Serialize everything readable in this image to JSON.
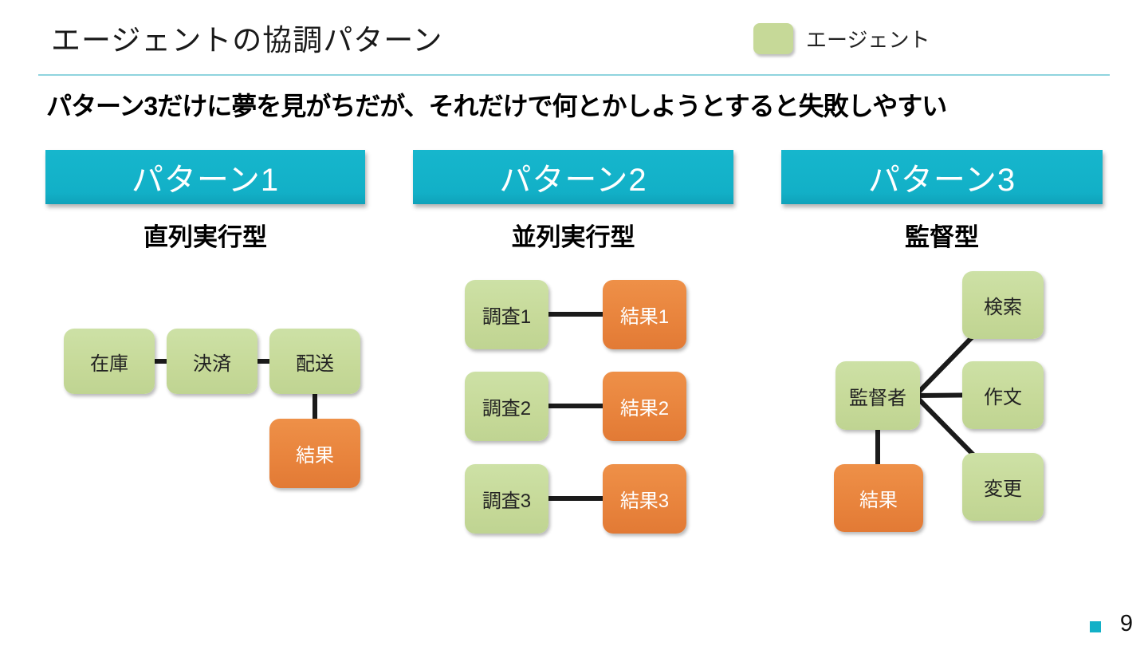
{
  "slide": {
    "title": "エージェントの協調パターン",
    "subtitle": "パターン3だけに夢を見がちだが、それだけで何とかしようとすると失敗しやすい",
    "legend": {
      "label": "エージェント"
    },
    "page_number": "9"
  },
  "patterns": [
    {
      "header": "パターン1",
      "type_label": "直列実行型",
      "nodes": [
        {
          "label": "在庫",
          "role": "agent"
        },
        {
          "label": "決済",
          "role": "agent"
        },
        {
          "label": "配送",
          "role": "agent"
        },
        {
          "label": "結果",
          "role": "result"
        }
      ]
    },
    {
      "header": "パターン2",
      "type_label": "並列実行型",
      "nodes": [
        {
          "label": "調査1",
          "role": "agent"
        },
        {
          "label": "結果1",
          "role": "result"
        },
        {
          "label": "調査2",
          "role": "agent"
        },
        {
          "label": "結果2",
          "role": "result"
        },
        {
          "label": "調査3",
          "role": "agent"
        },
        {
          "label": "結果3",
          "role": "result"
        }
      ]
    },
    {
      "header": "パターン3",
      "type_label": "監督型",
      "nodes": [
        {
          "label": "監督者",
          "role": "agent"
        },
        {
          "label": "検索",
          "role": "agent"
        },
        {
          "label": "作文",
          "role": "agent"
        },
        {
          "label": "変更",
          "role": "agent"
        },
        {
          "label": "結果",
          "role": "result"
        }
      ]
    }
  ],
  "colors": {
    "header_teal": "#12b0c7",
    "agent_green": "#c6d998",
    "result_orange": "#e8833c",
    "line_black": "#1b1b1b",
    "rule_teal": "#8fd4de"
  }
}
